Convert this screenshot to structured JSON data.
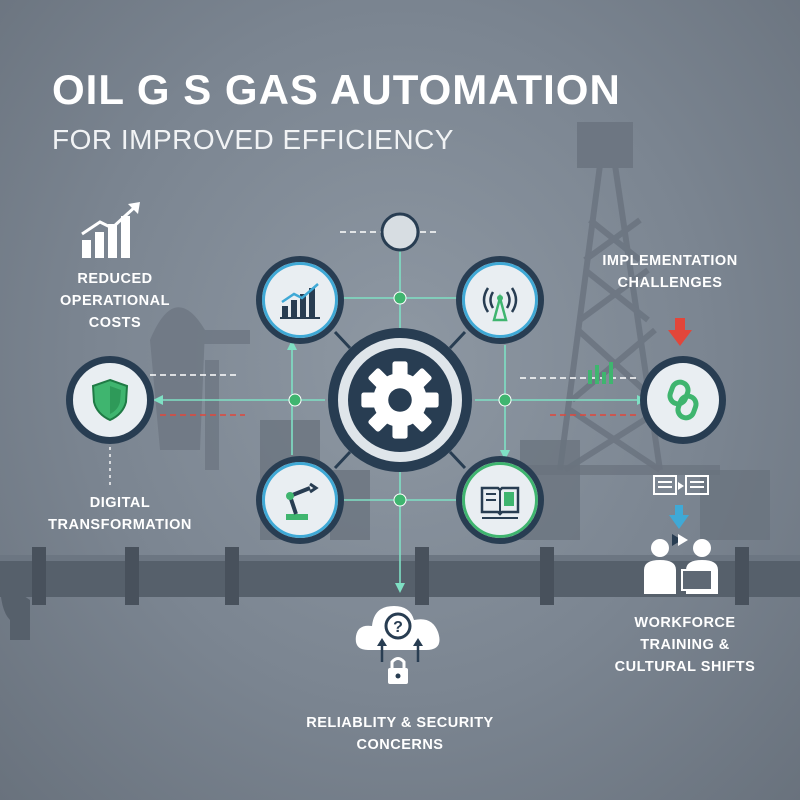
{
  "title": {
    "main": "OIL G S GAS AUTOMATION",
    "sub": "FOR IMPROVED EFFICIENCY"
  },
  "labels": {
    "reduced_costs": "REDUCED\nOPERATIONAL\nCOSTS",
    "digital_transformation": "DIGITAL\nTRANSFORMATION",
    "implementation_challenges": "IMPLEMENTATION\nCHALLENGES",
    "workforce_training": "WORKFORCE\nTRAINING &\nCULTURAL SHIFTS",
    "reliability_security": "RELIABLITY & SECURITY\nCONCERNS"
  },
  "colors": {
    "accent_green": "#3fb56f",
    "accent_blue": "#3fa9d6",
    "node_ring": "#283d52",
    "connector": "#7fe0c4",
    "alert_red": "#e2463a"
  },
  "icons": {
    "center": "gear-icon",
    "top_left": "growth-chart-icon",
    "top_right": "signal-tower-icon",
    "bottom_left": "robotic-arm-icon",
    "bottom_right": "manual-book-icon",
    "left": "shield-icon",
    "right": "chain-link-icon",
    "bottom": "cloud-question-icon"
  }
}
